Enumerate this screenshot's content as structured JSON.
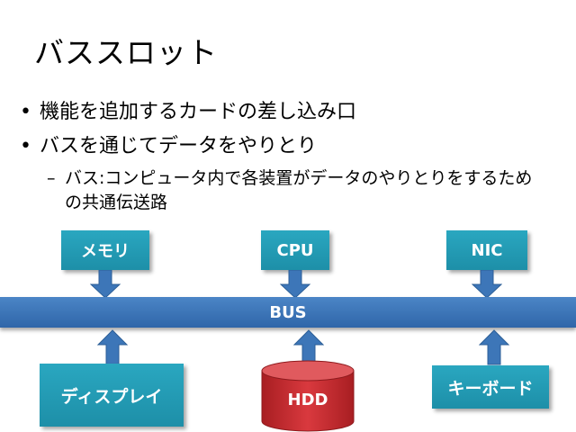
{
  "slide": {
    "title": "バススロット",
    "bullets": [
      "機能を追加するカードの差し込み口",
      "バスを通じてデータをやりとり"
    ],
    "bullet_marker": "•",
    "sub_bullet": {
      "marker": "–",
      "text": "バス:コンピュータ内で各装置がデータのやりとりをするための共通伝送路"
    },
    "diagram": {
      "bus_label": "BUS",
      "top_devices": [
        "メモリ",
        "CPU",
        "NIC"
      ],
      "bottom_devices": {
        "display": "ディスプレイ",
        "hdd": "HDD",
        "keyboard": "キーボード"
      },
      "colors": {
        "device": "#2aa7c0",
        "bus": "#3d76b8",
        "hdd": "#c9262c",
        "arrow": "#3d76b8"
      }
    }
  }
}
